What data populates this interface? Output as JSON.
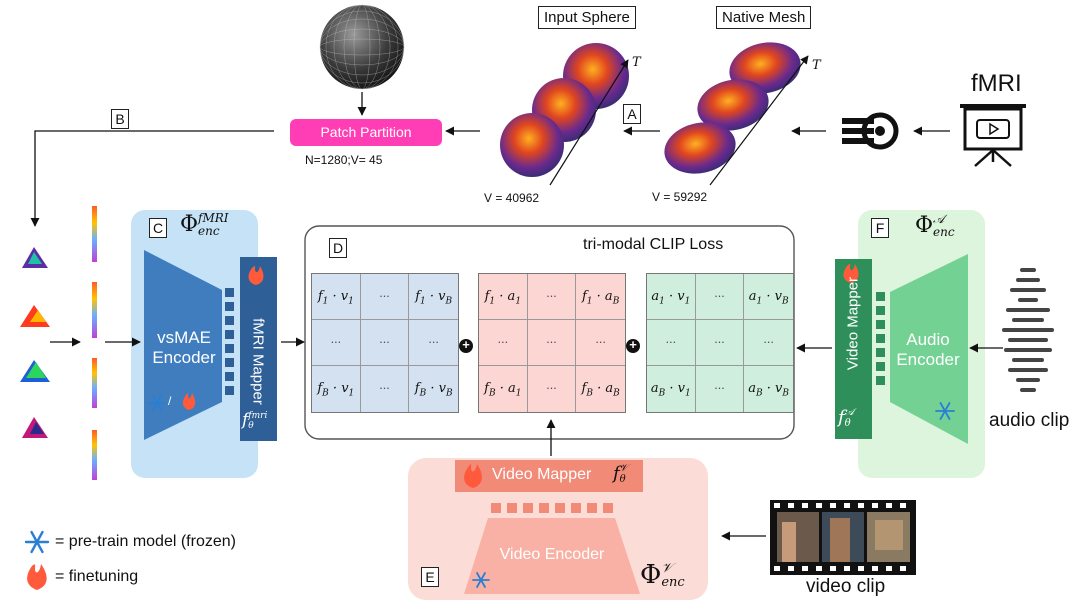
{
  "labels": {
    "input_sphere": "Input Sphere",
    "native_mesh": "Native Mesh",
    "fmri": "fMRI",
    "patch_partition": "Patch Partition",
    "patch_params": "N=1280;V= 45",
    "v_sphere": "V = 40962",
    "v_native": "V = 59292",
    "t_axis": "T",
    "box_a": "A",
    "box_b": "B",
    "box_c": "C",
    "box_d": "D",
    "box_e": "E",
    "box_f": "F",
    "clip_loss": "tri-modal CLIP Loss",
    "vsmae_encoder_1": "vsMAE",
    "vsmae_encoder_2": "Encoder",
    "fmri_mapper": "fMRI Mapper",
    "fmri_mapper_sym_base": "f",
    "fmri_mapper_sym_sub": "θ",
    "fmri_mapper_sym_sup": "fmri",
    "phi_fmri_base": "Φ",
    "phi_fmri_sub": "enc",
    "phi_fmri_sup": "fMRI",
    "video_mapper_right": "Video Mapper",
    "audio_encoder_1": "Audio",
    "audio_encoder_2": "Encoder",
    "phi_audio_base": "Φ",
    "phi_audio_sub": "enc",
    "phi_audio_sup": "𝒜",
    "f_audio_base": "f",
    "f_audio_sub": "θ",
    "f_audio_sup": "𝒜",
    "audio_clip": "audio clip",
    "video_mapper_bottom": "Video Mapper",
    "f_video_base": "f",
    "f_video_sub": "θ",
    "f_video_sup": "𝒱",
    "video_encoder": "Video Encoder",
    "phi_video_base": "Φ",
    "phi_video_sub": "enc",
    "phi_video_sup": "𝒱",
    "video_clip": "video clip",
    "legend_frozen": "= pre-train model (frozen)",
    "legend_finetune": "= finetuning",
    "slash": "/",
    "plus": "+"
  },
  "matrices": {
    "fv": [
      "f_1 · v_1",
      "···",
      "f_1 · v_B",
      "···",
      "···",
      "···",
      "f_B · v_1",
      "···",
      "f_B · v_B"
    ],
    "fa": [
      "f_1 · a_1",
      "···",
      "f_1 · a_B",
      "···",
      "···",
      "···",
      "f_B · a_1",
      "···",
      "f_B · a_B"
    ],
    "av": [
      "a_1 · v_1",
      "···",
      "a_1 · v_B",
      "···",
      "···",
      "···",
      "a_B · v_1",
      "···",
      "a_B · v_B"
    ]
  },
  "colors": {
    "fmri_panel": "#c6e2f7",
    "encoder_blue": "#3f7dbf",
    "mapper_blue": "#2e5f96",
    "audio_panel": "#dcf5dc",
    "audio_green": "#73d193",
    "mapper_green": "#2f8f5a",
    "video_panel": "#fcdcd6",
    "video_encoder": "#f8b1a4",
    "video_mapper": "#f28a78",
    "patch_pink": "#ff3eb5",
    "matrix_blue": "#d4e1f0",
    "matrix_red": "#fbd6d3",
    "matrix_green": "#cfeedd"
  },
  "icons": [
    "sphere-mesh-icon",
    "brain-surface-icon",
    "scanner-icon",
    "screen-icon",
    "waveform-icon",
    "film-strip-icon",
    "snowflake-icon",
    "flame-icon"
  ]
}
